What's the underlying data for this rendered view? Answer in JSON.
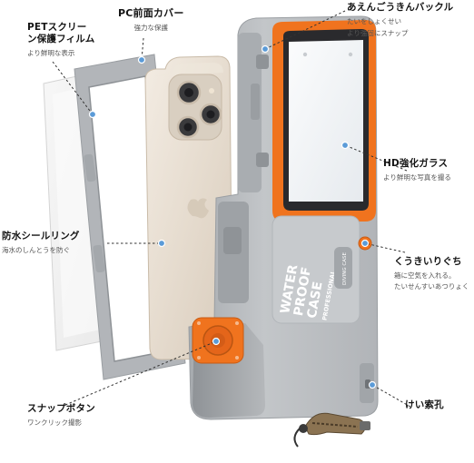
{
  "callouts": {
    "pet_film": {
      "title_line1": "PETスクリー",
      "title_line2": "ン保護フィルム",
      "description": "より鮮明な表示"
    },
    "front_cover": {
      "title": "PC前面カバー",
      "description": "強力な保護"
    },
    "buckle": {
      "title": "あえんごうきんバックル",
      "description_line1": "たいをしょくせい",
      "description_line2": "より強固にスナップ"
    },
    "hd_glass": {
      "title": "HD強化ガラス",
      "description": "より鮮明な写真を撮る"
    },
    "seal_ring": {
      "title": "防水シールリング",
      "description": "海水のしんとうを防ぐ"
    },
    "vent": {
      "title": "くうきいりぐち",
      "description_line1": "箱に空気を入れる。",
      "description_line2": "たいせんすいあつりょく"
    },
    "snap_button": {
      "title": "スナップボタン",
      "description": "ワンクリック撮影"
    },
    "lanyard_hole": {
      "title": "けい索孔"
    }
  },
  "case_print": {
    "line1": "WATER",
    "line2": "PROOF",
    "line3": "CASE",
    "line4": "PROFESSIONAL",
    "tag": "DIVING CASE"
  },
  "colors": {
    "accent_orange": "#f0731e",
    "case_gray": "#b9bcbf",
    "case_gray_dark": "#9ea2a6",
    "marker_blue": "#5b9bd8",
    "phone_gold": "#e7ddd0"
  }
}
